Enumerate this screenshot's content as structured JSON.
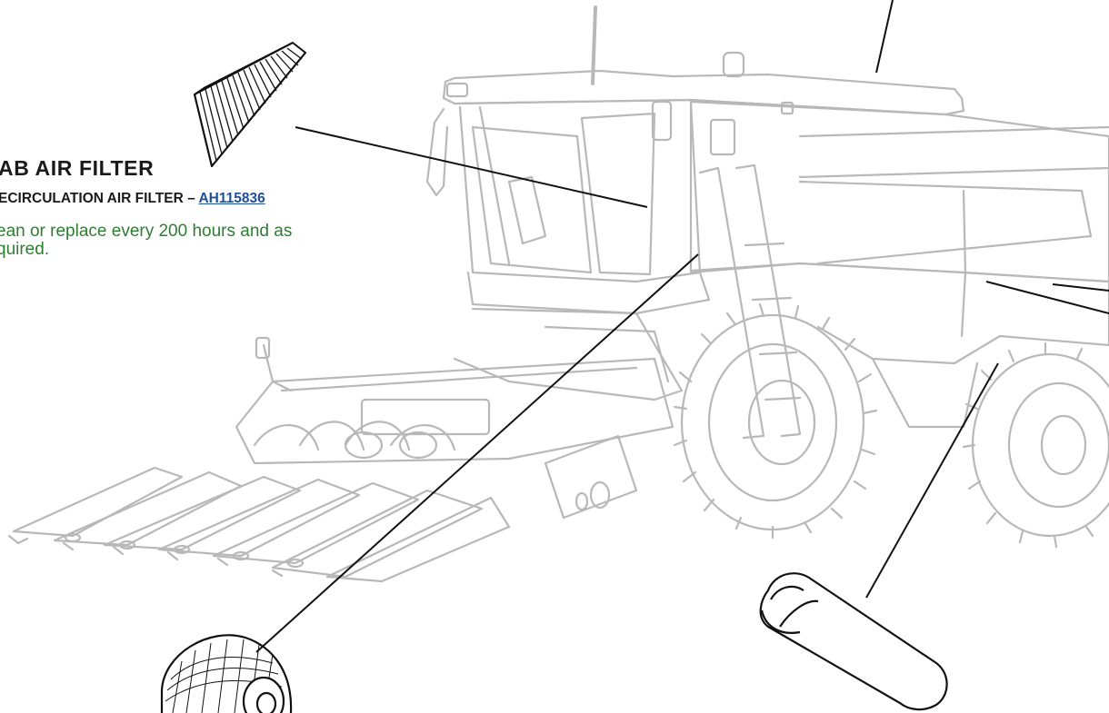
{
  "callout": {
    "title": "AB AIR FILTER",
    "part_prefix": "ECIRCULATION AIR FILTER – ",
    "part_number": "AH115836",
    "instruction": "ean or replace every 200 hours and as quired."
  },
  "colors": {
    "machine_outline": "#b8b8b8",
    "leader_line": "#111111",
    "title_text": "#1a1a1a",
    "link": "#1f4e9a",
    "instruction_text": "#2e7d32"
  }
}
